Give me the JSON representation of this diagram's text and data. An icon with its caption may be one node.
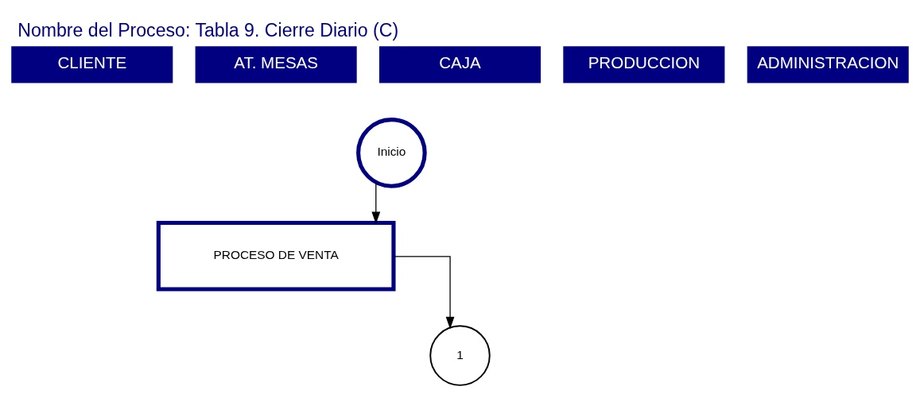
{
  "diagram": {
    "title": "Nombre del Proceso: Tabla 9. Cierre Diario (C)",
    "nodes": [
      {
        "text": [
          "Inicio"
        ]
      },
      {
        "text": [
          "PROCESO DE VENTA"
        ]
      },
      {
        "text": [
          "1"
        ]
      }
    ],
    "edges": [
      {
        "from": 0,
        "to": 1,
        "arrow": "to"
      },
      {
        "from": 1,
        "to": 2,
        "arrow": "to"
      }
    ],
    "labels": [
      "CLIENTE",
      "AT. MESAS",
      "CAJA",
      "PRODUCCION",
      "ADMINISTRACION"
    ]
  }
}
